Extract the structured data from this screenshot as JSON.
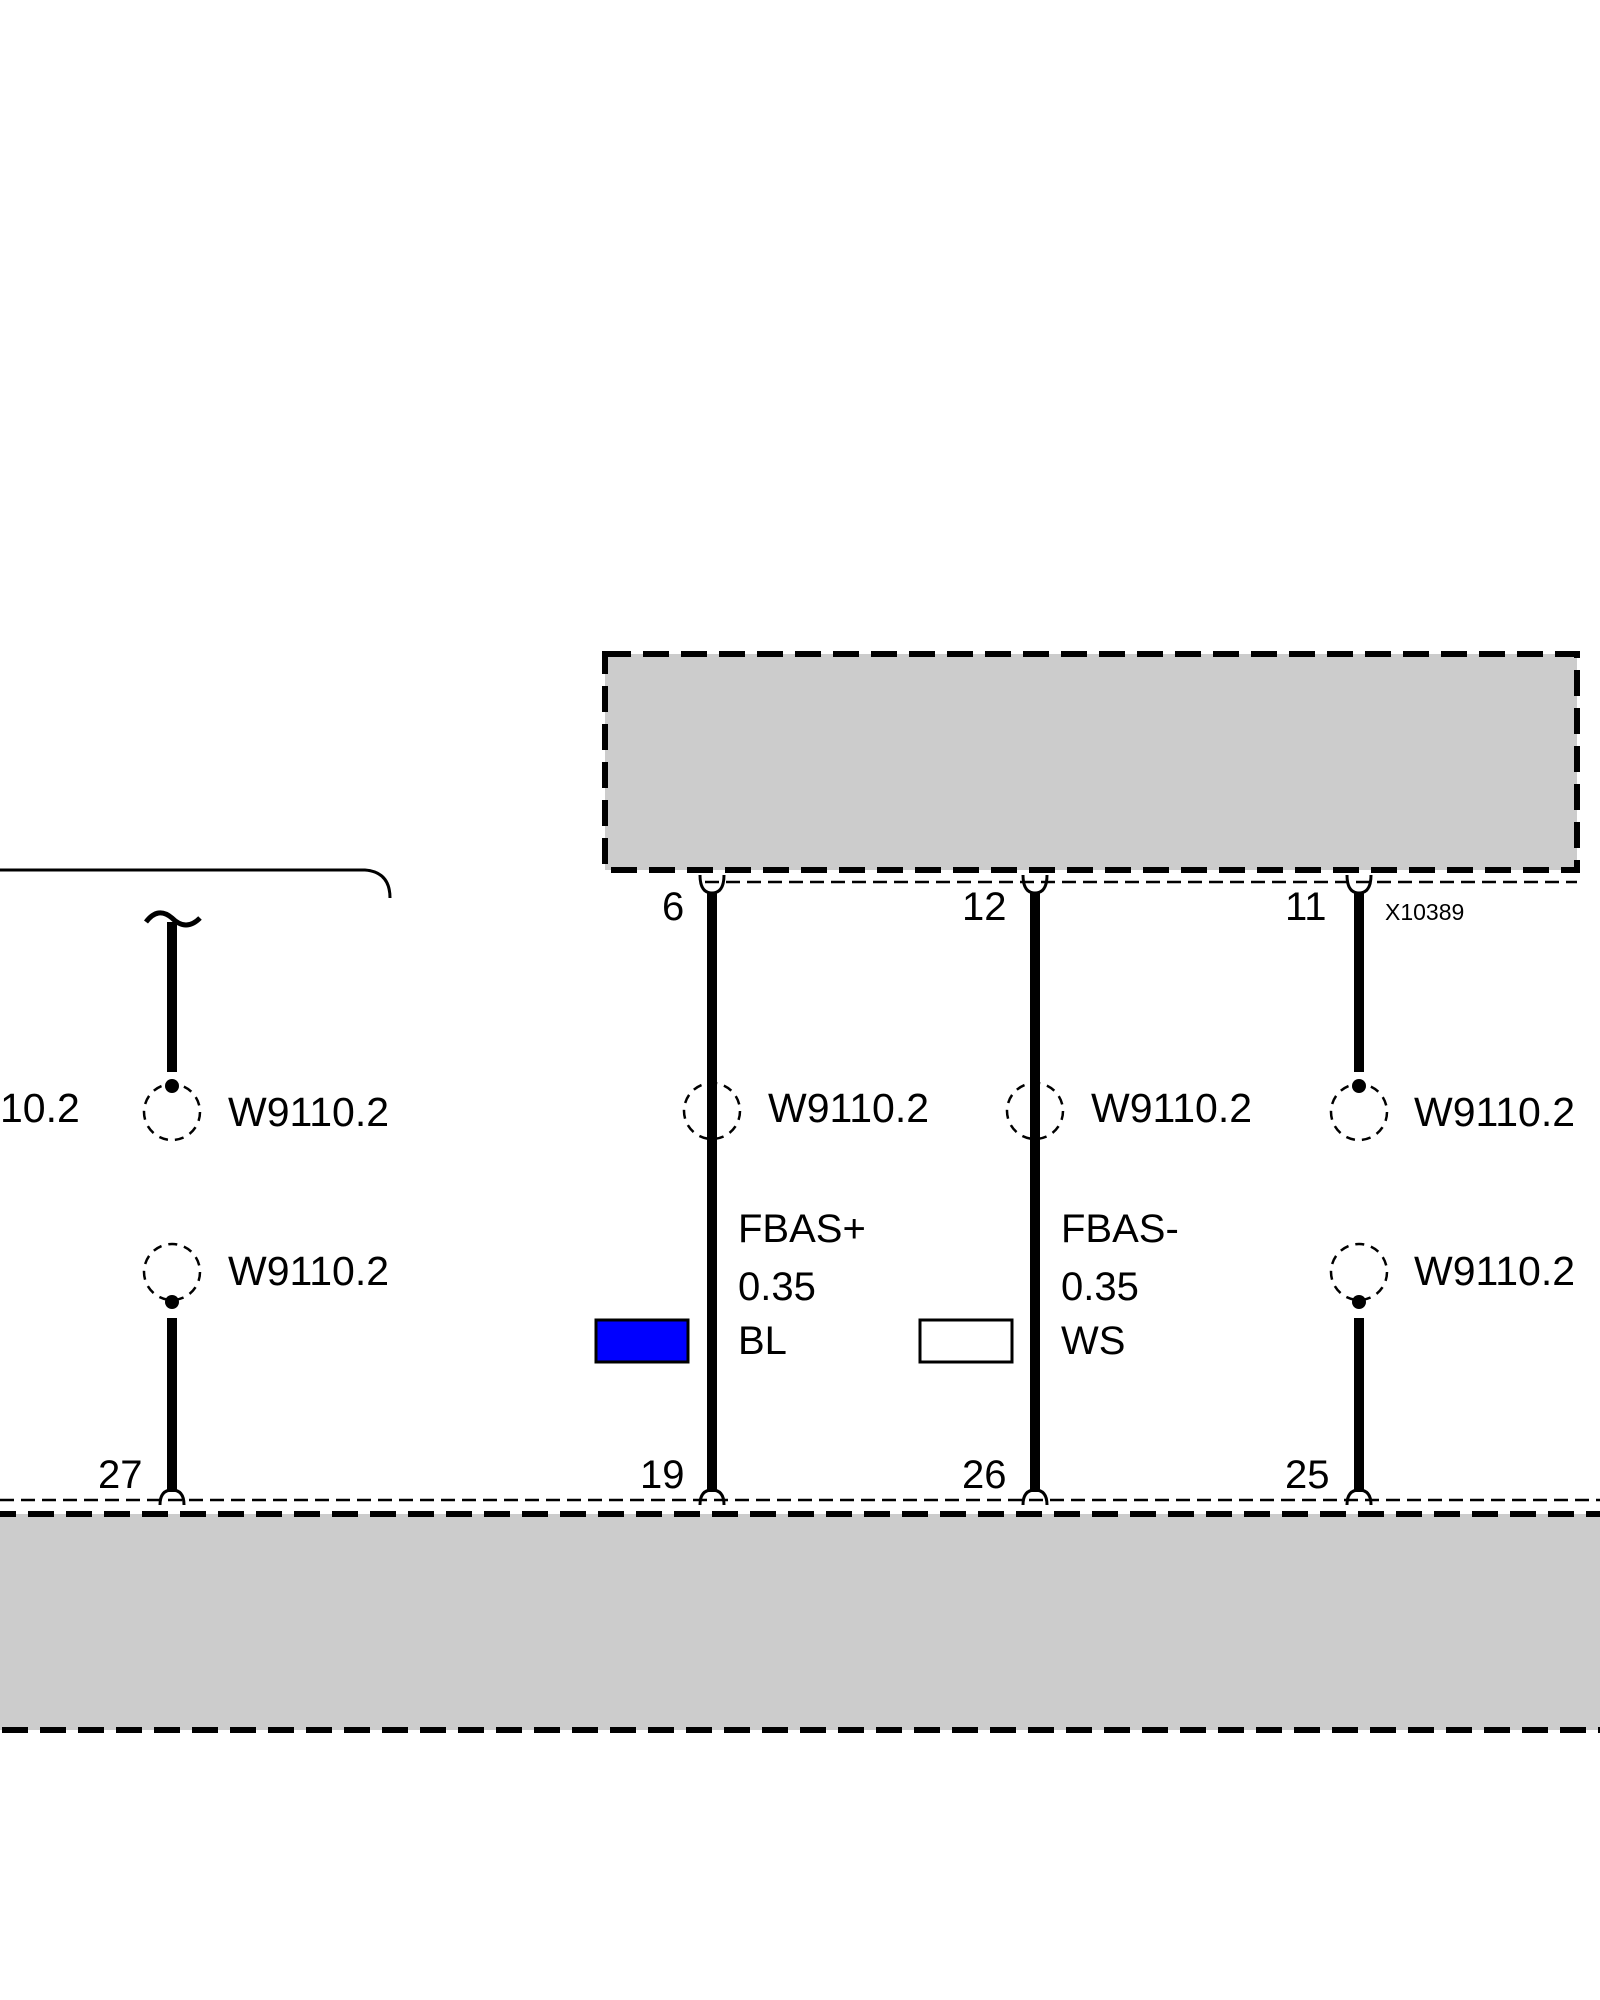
{
  "connector_label": "X10389",
  "wires": [
    {
      "id": "wire-left",
      "top_pin": "",
      "bottom_pin": "27",
      "splice_top": "W9110.2",
      "splice_bottom": "W9110.2",
      "signal": "",
      "gauge": "",
      "color_code": "",
      "color_hex": ""
    },
    {
      "id": "wire-fbas-plus",
      "top_pin": "6",
      "bottom_pin": "19",
      "splice_top": "W9110.2",
      "splice_bottom": "",
      "signal": "FBAS+",
      "gauge": "0.35",
      "color_code": "BL",
      "color_hex": "#0000ff"
    },
    {
      "id": "wire-fbas-minus",
      "top_pin": "12",
      "bottom_pin": "26",
      "splice_top": "W9110.2",
      "splice_bottom": "",
      "signal": "FBAS-",
      "gauge": "0.35",
      "color_code": "WS",
      "color_hex": "#ffffff"
    },
    {
      "id": "wire-right",
      "top_pin": "11",
      "bottom_pin": "25",
      "splice_top": "W9110.2",
      "splice_bottom": "W9110.2",
      "signal": "",
      "gauge": "",
      "color_code": "",
      "color_hex": ""
    }
  ],
  "edge_partial_label": "10.2",
  "colors": {
    "component_fill": "#cccccc",
    "line": "#000000",
    "wire_blue": "#0000ff"
  }
}
